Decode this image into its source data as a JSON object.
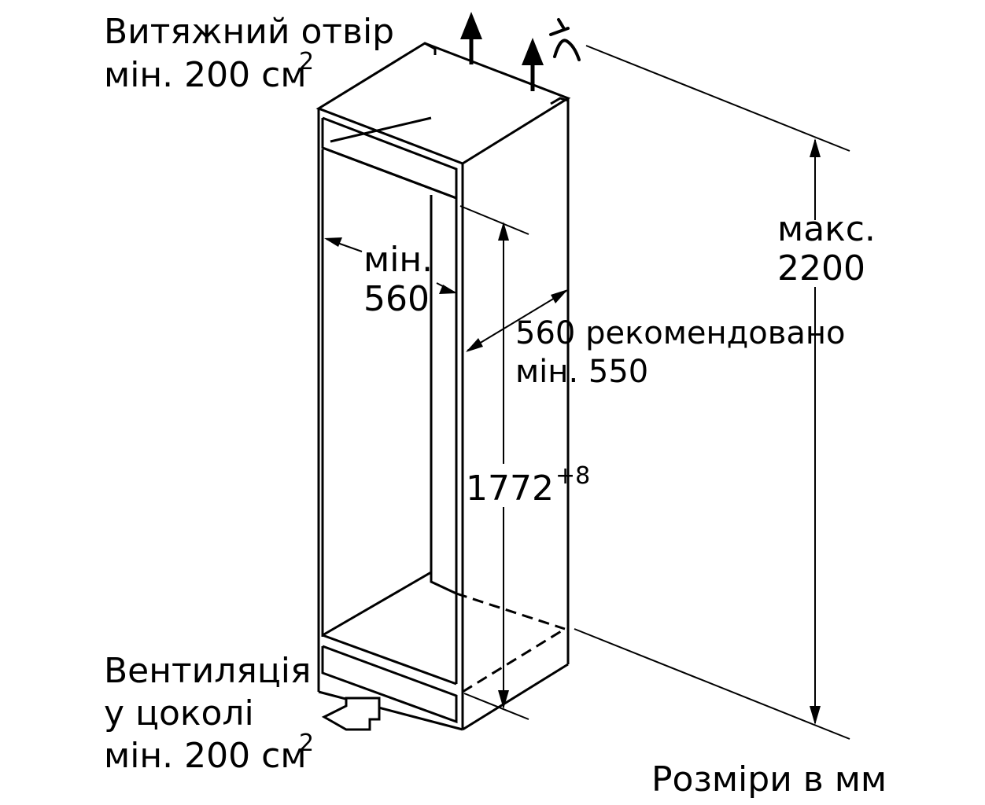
{
  "colors": {
    "ink": "#000000",
    "background": "#ffffff"
  },
  "labels": {
    "exhaust_line1": "Витяжний отвір",
    "exhaust_line2": "мін. 200 см",
    "exhaust_sup": "2",
    "width_min_line1": "мін.",
    "width_min_line2": "560",
    "depth_line1": "560 рекомендовано",
    "depth_line2": "мін. 550",
    "niche_height": "1772",
    "niche_height_tolerance": "+8",
    "max_height_line1": "макс.",
    "max_height_line2": "2200",
    "plinth_line1": "Вентиляція",
    "plinth_line2": "у цоколі",
    "plinth_line3": "мін. 200 см",
    "plinth_sup": "2",
    "units": "Розміри в мм"
  },
  "icons": {
    "air_out_left": "arrow-up-icon",
    "air_out_right": "arrow-up-icon",
    "air_in": "arrow-right-outline-icon",
    "top_marker": "chevron-symbol-icon"
  }
}
